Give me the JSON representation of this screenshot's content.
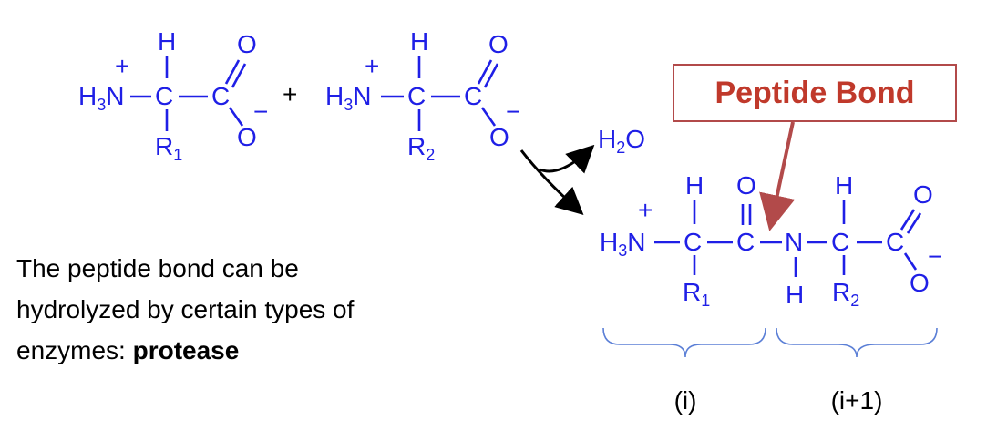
{
  "labels": {
    "H": "H",
    "O": "O",
    "C": "C",
    "N": "N",
    "R": "R",
    "H3N": "H",
    "sub3": "3",
    "sub1": "1",
    "sub2": "2",
    "subwater": "2",
    "plus": "+",
    "minus": "−",
    "water_H": "H",
    "water_O": "O",
    "plus_sign": "+"
  },
  "peptide_bond_label": "Peptide Bond",
  "caption": {
    "line1": "The peptide bond can be",
    "line2": "hydrolyzed by certain types of",
    "line3_prefix": "enzymes: ",
    "line3_bold": "protease"
  },
  "residues": {
    "first": "(i)",
    "second": "(i+1)"
  },
  "colors": {
    "molecule": "#1f1fe6",
    "highlight": "#c0392b",
    "arrow": "#000000"
  }
}
